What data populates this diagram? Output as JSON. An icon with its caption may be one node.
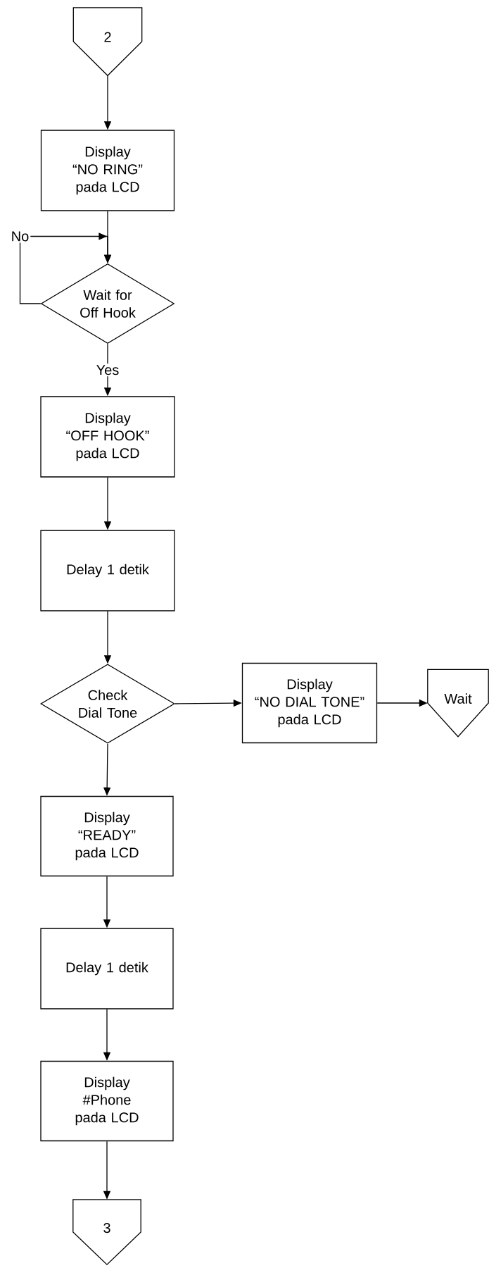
{
  "diagram": {
    "nodes": [
      {
        "text": [
          "2"
        ]
      },
      {
        "text": [
          "Display “NO RING” pada LCD"
        ]
      },
      {
        "text": [
          "Wait for Off Hook"
        ]
      },
      {
        "text": [
          "Display “OFF HOOK” pada LCD"
        ]
      },
      {
        "text": [
          "Delay 1 detik"
        ]
      },
      {
        "text": [
          "Check Dial Tone"
        ]
      },
      {
        "text": [
          "Display “NO DIAL TONE” pada LCD"
        ]
      },
      {
        "text": [
          "Wait"
        ]
      },
      {
        "text": [
          "Display “READY” pada LCD"
        ]
      },
      {
        "text": [
          "Delay 1 detik"
        ]
      },
      {
        "text": [
          "Display #Phone pada LCD"
        ]
      },
      {
        "text": [
          "3"
        ]
      }
    ],
    "edges": [
      {
        "from": 0,
        "to": 1,
        "arrow": "to"
      },
      {
        "from": 1,
        "to": 2,
        "arrow": "to"
      },
      {
        "from": 2,
        "to": 2,
        "arrow": "to",
        "label": "No"
      },
      {
        "from": 2,
        "to": 3,
        "arrow": "to",
        "label": "Yes"
      },
      {
        "from": 3,
        "to": 4,
        "arrow": "to"
      },
      {
        "from": 4,
        "to": 5,
        "arrow": "to"
      },
      {
        "from": 5,
        "to": 6,
        "arrow": "to"
      },
      {
        "from": 6,
        "to": 7,
        "arrow": "to"
      },
      {
        "from": 5,
        "to": 8,
        "arrow": "to"
      },
      {
        "from": 8,
        "to": 9,
        "arrow": "to"
      },
      {
        "from": 9,
        "to": 10,
        "arrow": "to"
      },
      {
        "from": 10,
        "to": 11,
        "arrow": "to"
      }
    ]
  }
}
